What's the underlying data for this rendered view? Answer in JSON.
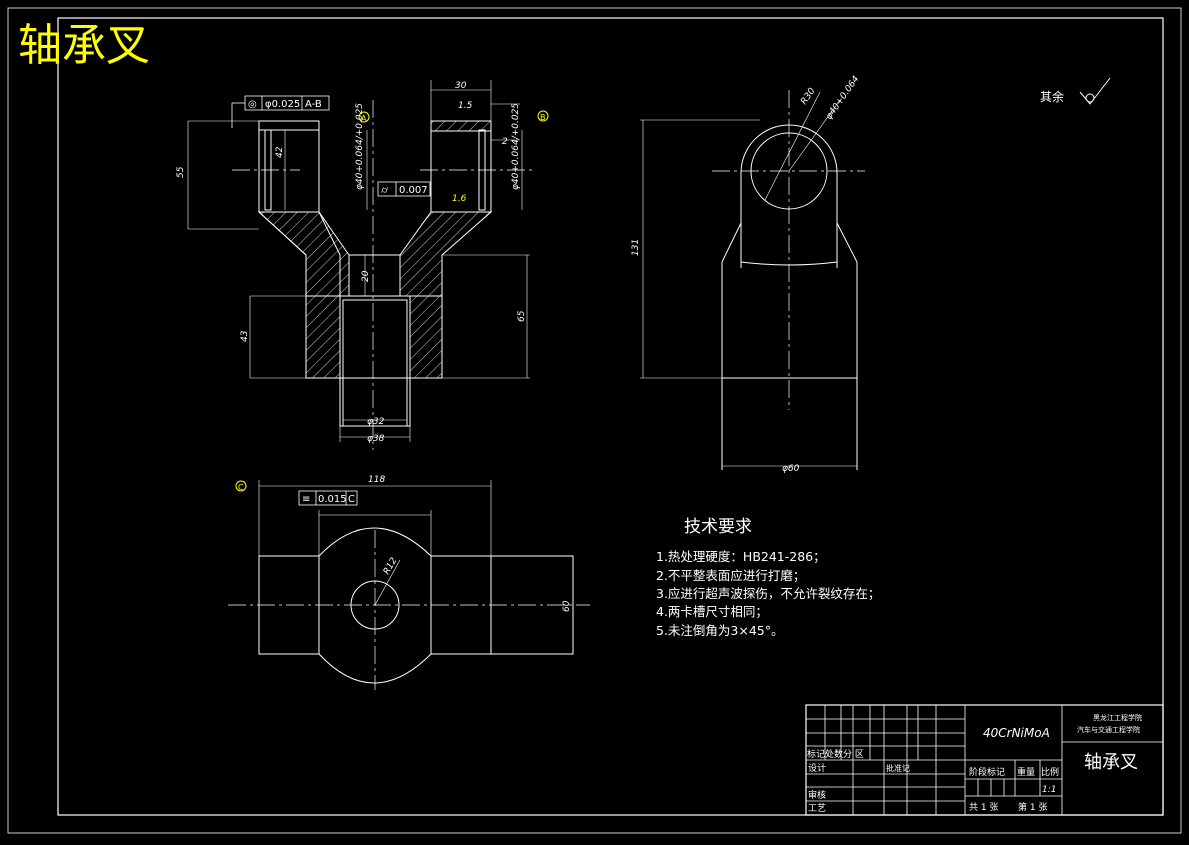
{
  "drawing": {
    "corner_title": "轴承叉",
    "roughness_note": "其余",
    "datum_labels": [
      "A",
      "B",
      "C"
    ],
    "dimensions": {
      "d30": "30",
      "d1_5": "1.5",
      "d2": "2",
      "d1_6": "1.6",
      "d55": "55",
      "d42": "42",
      "d32fit_left": "φ40+0.064/+0.025",
      "d32fit_right": "φ40+0.064/+0.025",
      "d20": "20",
      "d43": "43",
      "d65": "65",
      "d32": "φ32",
      "d38": "φ38",
      "d131": "131",
      "d60": "φ60",
      "dR30": "R30",
      "dR_side": "φ40+0.064",
      "d118": "118",
      "dR12": "R12",
      "d60v": "60"
    },
    "tolerances": {
      "runout": {
        "symbol": "◎",
        "value": "φ0.025",
        "datum": "A-B"
      },
      "cylindricity": {
        "symbol": "⌭",
        "value": "0.007"
      },
      "symmetry": {
        "symbol": "≡",
        "value": "0.015",
        "datum": "C"
      }
    }
  },
  "requirements": {
    "heading": "技术要求",
    "items": [
      "1.热处理硬度：HB241-286；",
      "2.不平整表面应进行打磨；",
      "3.应进行超声波探伤，不允许裂纹存在；",
      "4.两卡槽尺寸相同；",
      "5.未注倒角为3×45°。"
    ]
  },
  "title_block": {
    "material": "40CrNiMoA",
    "school_line1": "黑龙江工程学院",
    "school_line2": "汽车与交通工程学院",
    "part_name": "轴承叉",
    "labels": {
      "mark_row": "标记处数分  区",
      "design": "设计",
      "approve": "批准记",
      "review": "审核",
      "craft": "工艺",
      "stage_mark": "阶段标记",
      "weight": "重量",
      "scale": "比例",
      "scale_value": "1:1",
      "sheets_total": "共 1 张",
      "sheet_no": "第 1 张"
    }
  },
  "colors": {
    "background": "#000000",
    "line": "#ffffff",
    "title_yellow": "#ffff00",
    "center_line": "#ffffff"
  }
}
